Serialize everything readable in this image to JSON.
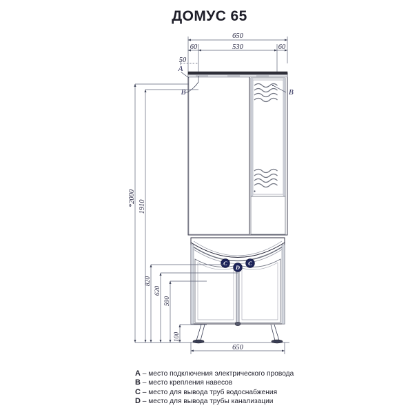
{
  "title": "ДОМУС 65",
  "dimensions": {
    "top_total": "650",
    "top_left_seg": "60",
    "top_mid_seg": "530",
    "top_right_seg": "60",
    "top_depth": "50",
    "height_total": "*2000",
    "height_cabinet": "1910",
    "base_820": "820",
    "base_620": "620",
    "base_590": "590",
    "base_100": "100",
    "bottom_total": "650"
  },
  "markers": {
    "a": "A",
    "b_left": "B",
    "b_right": "B",
    "c_left": "C",
    "c_right": "C",
    "d": "D"
  },
  "legend": [
    {
      "key": "A",
      "text": "– место подключения электрического провода"
    },
    {
      "key": "B",
      "text": "– место крепления навесов"
    },
    {
      "key": "C",
      "text": "– место для вывода труб водоснабжения"
    },
    {
      "key": "D",
      "text": "– место для вывода трубы канализации"
    }
  ],
  "colors": {
    "marker_fill": "#1b2258",
    "line": "#2b2b3d",
    "dim_line": "#5b6076",
    "panel_stroke": "#7b7f8c",
    "canopy_dark": "#2e2e38"
  }
}
